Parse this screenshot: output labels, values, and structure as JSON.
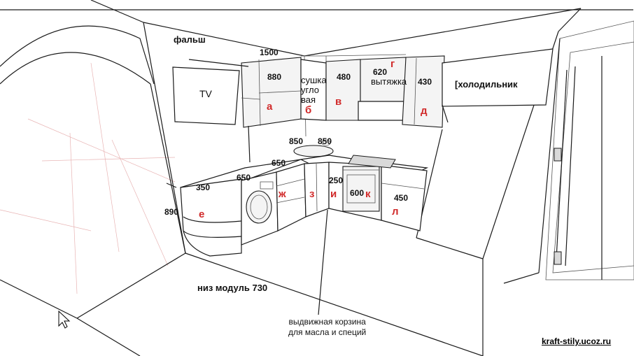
{
  "labels": {
    "falsh": "фальш",
    "tv": "TV",
    "sushka_line1": "сушка",
    "sushka_line2": "угло",
    "sushka_line3": "вая",
    "vytyazhka": "вытяжка",
    "fridge": "[холодильник",
    "bottom_module": "низ модуль 730",
    "basket_line1": "выдвижная корзина",
    "basket_line2": "для масла и специй"
  },
  "dimensions": {
    "d1500": "1500",
    "d880": "880",
    "d480": "480",
    "d620": "620",
    "d430": "430",
    "d850a": "850",
    "d850b": "850",
    "d650a": "650",
    "d650b": "650",
    "d350": "350",
    "d250": "250",
    "d600": "600",
    "d450": "450",
    "d890": "890"
  },
  "markers": {
    "a": "а",
    "b": "б",
    "v": "в",
    "g": "г",
    "d": "д",
    "e": "е",
    "zh": "ж",
    "z": "з",
    "i": "и",
    "k": "к",
    "l": "л"
  },
  "watermark": "kraft-stily.ucoz.ru",
  "icons": {
    "cursor": "mouse-pointer-icon"
  }
}
